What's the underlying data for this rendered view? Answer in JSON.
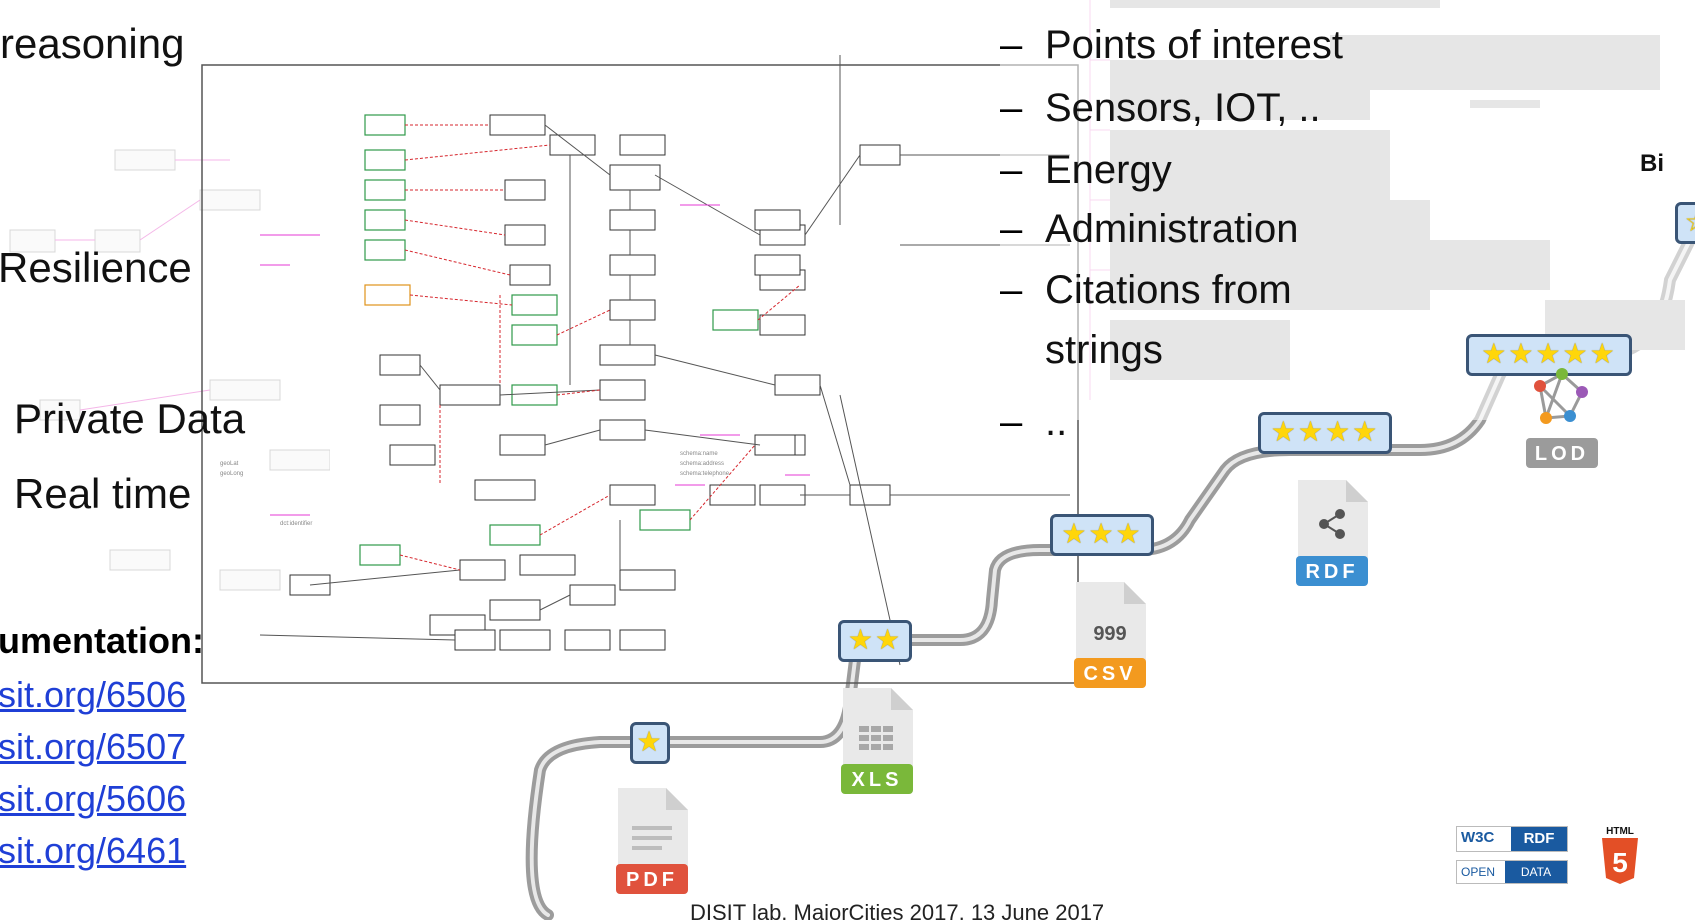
{
  "left_text": {
    "reasoning": "reasoning",
    "resilience": "Resilience",
    "private_data": "Private Data",
    "real_time": "Real time"
  },
  "documentation": {
    "title": "umentation:",
    "links": [
      "sit.org/6506",
      "sit.org/6507",
      "sit.org/5606",
      "sit.org/6461"
    ]
  },
  "bullets": [
    "Points of interest",
    "Sensors, IOT, ..",
    "Energy",
    "Administration",
    "Citations from",
    "strings",
    ".."
  ],
  "dash": "–",
  "stars": {
    "one": "★",
    "two": "★★",
    "three": "★★★",
    "four": "★★★★",
    "five": "★★★★★",
    "partial": "☆"
  },
  "file_labels": {
    "pdf": "PDF",
    "xls": "XLS",
    "csv": "CSV",
    "rdf": "RDF",
    "lod": "LOD",
    "csv_glyph": "999"
  },
  "right_label": "Bi",
  "badges": {
    "w3c": "W3C",
    "rdf": "RDF",
    "open": "OPEN",
    "data": "DATA",
    "html": "HTML"
  },
  "footer": "DISIT lab, MajorCities 2017, 13 June 2017",
  "colors": {
    "pdf": "#e0523d",
    "xls": "#7ab83a",
    "csv": "#f39a1f",
    "rdf": "#3b8fd1",
    "lod": "#9b9b9b",
    "link": "#1f3fd6",
    "road": "#8a8a8a"
  }
}
